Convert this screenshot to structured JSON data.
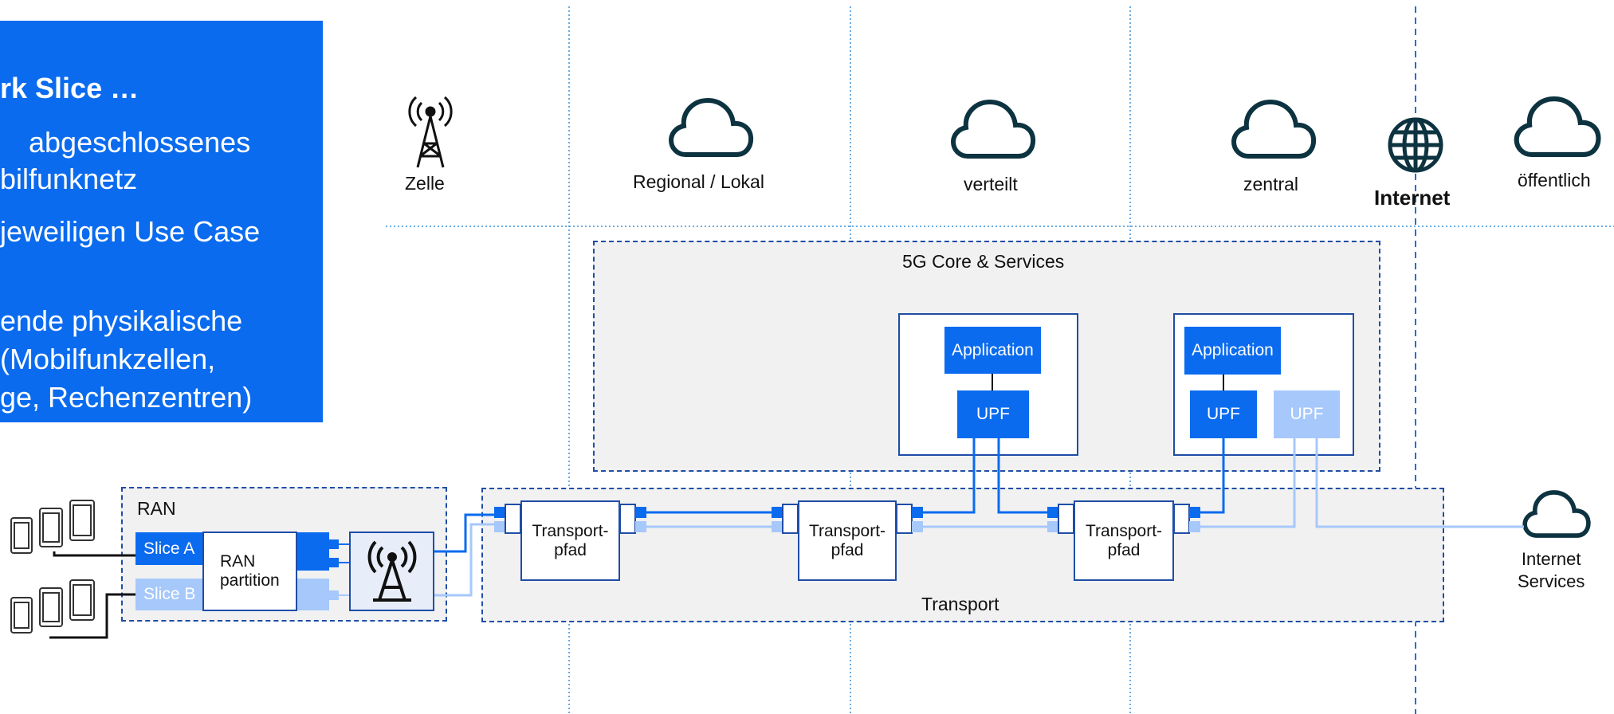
{
  "info_box": {
    "heading": "rk Slice …",
    "lines": [
      "abgeschlossenes",
      "bilfunknetz",
      "jeweiligen Use Case",
      "ende physikalische",
      "(Mobilfunkzellen,",
      "ge, Rechenzentren)"
    ]
  },
  "zones": {
    "cell": "Zelle",
    "regional": "Regional / Lokal",
    "distributed": "verteilt",
    "central": "zentral",
    "internet": "Internet",
    "public": "öffentlich"
  },
  "core": {
    "title": "5G Core & Services",
    "app_label": "Application",
    "upf_label": "UPF"
  },
  "ran": {
    "title": "RAN",
    "slice_a": "Slice A",
    "slice_b": "Slice B",
    "partition": "RAN\npartition"
  },
  "transport": {
    "title": "Transport",
    "node_label": "Transport-\npfad"
  },
  "internet_services": "Internet\nServices",
  "colors": {
    "primary_blue": "#0a6bef",
    "light_blue": "#a6c8fb",
    "border_navy": "#1f4da6",
    "icon_dark": "#0d3340"
  }
}
